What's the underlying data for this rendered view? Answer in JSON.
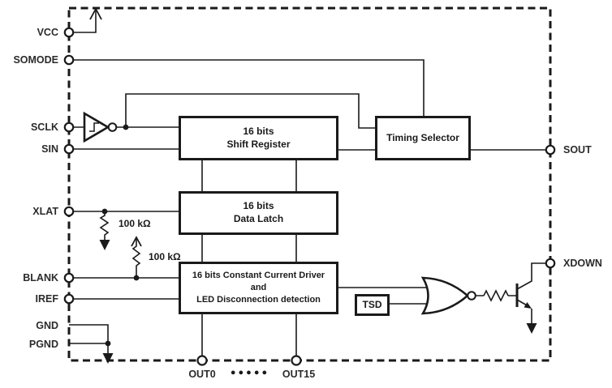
{
  "colors": {
    "ink": "#1a1a1a",
    "background": "#ffffff"
  },
  "pins": {
    "vcc": "VCC",
    "somode": "SOMODE",
    "sclk": "SCLK",
    "sin": "SIN",
    "xlat": "XLAT",
    "blank": "BLANK",
    "iref": "IREF",
    "gnd": "GND",
    "pgnd": "PGND",
    "sout": "SOUT",
    "xdown": "XDOWN",
    "out0": "OUT0",
    "out15": "OUT15"
  },
  "blocks": {
    "shift_register": "16 bits\nShift Register",
    "timing_selector": "Timing Selector",
    "data_latch": "16 bits\nData Latch",
    "current_driver": "16 bits Constant Current Driver\nand\nLED Disconnection detection",
    "tsd": "TSD"
  },
  "components": {
    "xlat_pulldown_resistor_label": "100 kΩ",
    "blank_pullup_resistor_label": "100 kΩ",
    "out_ellipsis": "●●●●●"
  },
  "icons": {
    "schmitt_inverter": "schmitt-trigger-inverter-icon",
    "nor_gate": "nor-gate-icon",
    "npn_transistor": "npn-transistor-icon",
    "vcc_arrow": "vcc-arrow-up-icon",
    "pullup_arrow": "vcc-arrow-up-icon",
    "ground_arrows": "ground-arrow-down-icon",
    "chip_boundary": "dashed-chip-boundary"
  }
}
